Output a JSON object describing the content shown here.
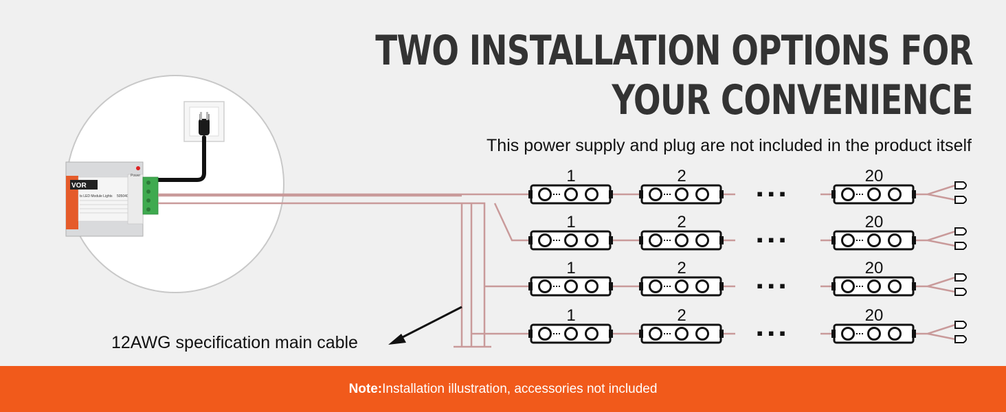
{
  "title_line1": "TWO INSTALLATION OPTIONS FOR",
  "title_line2": "YOUR CONVENIENCE",
  "subtitle": "This power supply and plug are not included in the product itself",
  "cable_label": "12AWG specification main cable",
  "note": {
    "prefix": "Note:",
    "text": "Installation illustration, accessories not included"
  },
  "module_numbers": [
    "1",
    "2",
    "20"
  ],
  "ellipsis": "▪ ▪ ▪",
  "psu": {
    "brand": "VOR",
    "power_label": "Power",
    "model_text": "5050400",
    "heading": "ts LED Module Lights"
  },
  "colors": {
    "wire": "#c99a9a",
    "footer": "#f15a1b",
    "title": "#333333",
    "terminal": "#3faa4f",
    "psu_label": "#e55b2a"
  },
  "icons": [
    "wall-outlet-icon",
    "power-plug-icon",
    "led-module-icon",
    "connector-plug-icon",
    "arrow-icon"
  ]
}
